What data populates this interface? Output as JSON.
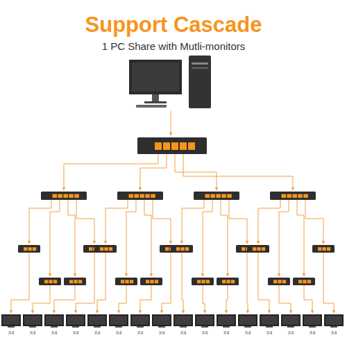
{
  "diagram": {
    "title": "Support Cascade",
    "labels": [
      "1 PC Share with Mutli-monitors",
      "X4",
      "X4",
      "X4",
      "X4",
      "X4",
      "X4",
      "X4",
      "X4",
      "X4",
      "X4",
      "X4",
      "X4",
      "X4",
      "X4",
      "X4",
      "X4"
    ]
  }
}
